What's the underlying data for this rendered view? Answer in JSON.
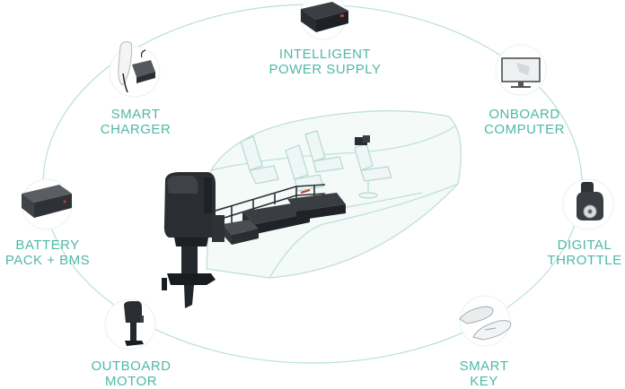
{
  "accent_color": "#4fb8a6",
  "ring_color": "#b7e0d8",
  "components": {
    "power_supply": {
      "line1": "INTELLIGENT",
      "line2": "POWER SUPPLY",
      "icon": "power-supply-icon"
    },
    "charger": {
      "line1": "SMART",
      "line2": "CHARGER",
      "icon": "charger-plug-icon"
    },
    "computer": {
      "line1": "ONBOARD",
      "line2": "COMPUTER",
      "icon": "monitor-icon"
    },
    "battery": {
      "line1": "BATTERY",
      "line2": "PACK + BMS",
      "icon": "battery-pack-icon"
    },
    "throttle": {
      "line1": "DIGITAL",
      "line2": "THROTTLE",
      "icon": "throttle-lever-icon"
    },
    "motor": {
      "line1": "OUTBOARD",
      "line2": "MOTOR",
      "icon": "outboard-motor-icon"
    },
    "key": {
      "line1": "SMART",
      "line2": "KEY",
      "icon": "smart-key-icon"
    }
  }
}
